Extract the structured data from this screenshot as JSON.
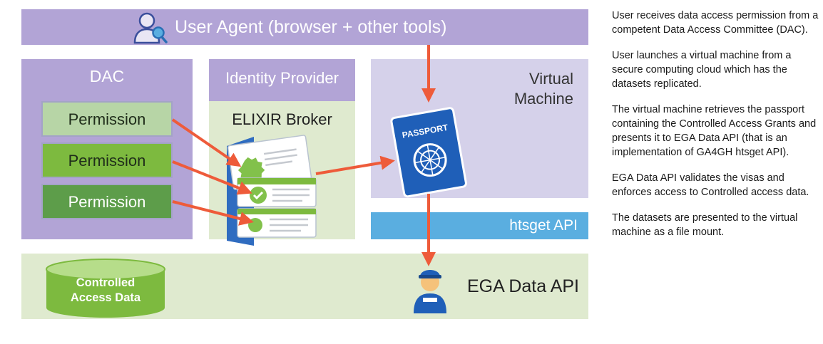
{
  "header": {
    "title": "User Agent (browser + other tools)",
    "icon": "user-search-icon"
  },
  "dac": {
    "title": "DAC",
    "permissions": [
      "Permission",
      "Permission",
      "Permission"
    ]
  },
  "identity_provider": {
    "title": "Identity Provider",
    "broker": "ELIXIR Broker"
  },
  "virtual_machine": {
    "line1": "Virtual",
    "line2": "Machine"
  },
  "passport": {
    "label": "PASSPORT"
  },
  "htsget": {
    "label": "htsget API"
  },
  "ega": {
    "label": "EGA Data API",
    "icon": "officer-icon"
  },
  "storage": {
    "line1": "Controlled",
    "line2": "Access Data"
  },
  "notes": [
    "User receives data access permission from a competent Data Access Committee (DAC).",
    "User launches a virtual machine from a secure computing cloud which has the datasets replicated.",
    "The virtual machine retrieves the passport containing the Controlled Access Grants and presents it to EGA Data API (that is an implementation of GA4GH htsget API).",
    "EGA Data API validates the visas and enforces access to Controlled access data.",
    "The datasets are presented to the virtual machine as a file mount."
  ],
  "colors": {
    "purple": "#b2a4d6",
    "light_green": "#dfeacf",
    "lavender": "#d5d1ea",
    "blue": "#5aaee0",
    "arrow": "#ee5b3a",
    "passport_blue": "#1f5fb8"
  }
}
